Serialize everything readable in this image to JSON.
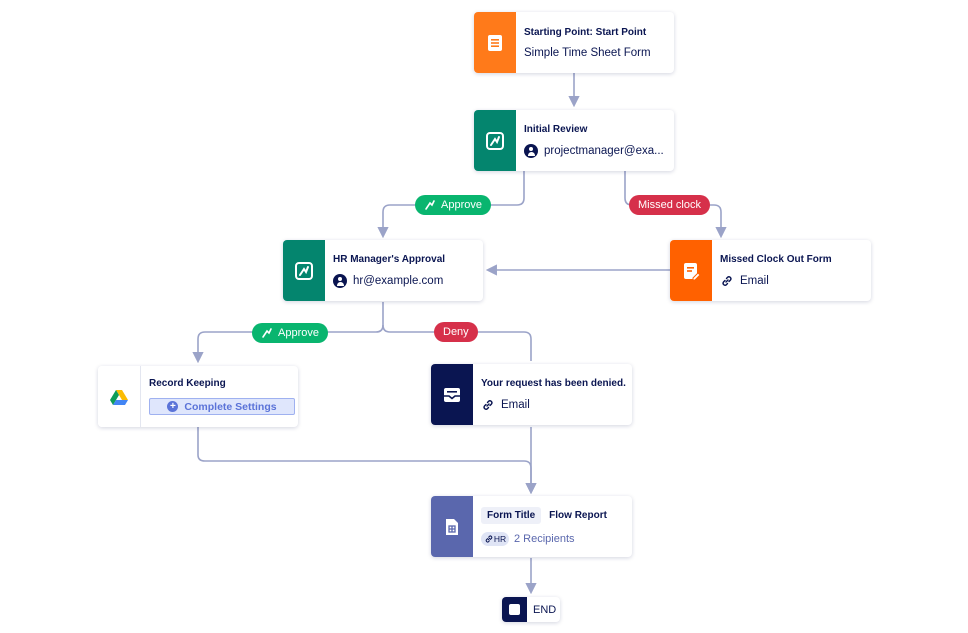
{
  "nodes": {
    "start": {
      "title": "Starting Point: Start Point",
      "subtitle": "Simple Time Sheet Form",
      "color": "#ff7a1a",
      "icon": "form-icon"
    },
    "initial_review": {
      "title": "Initial Review",
      "assignee": "projectmanager@exa...",
      "color": "#04856e",
      "icon": "approval-icon"
    },
    "hr_approval": {
      "title": "HR Manager's Approval",
      "assignee": "hr@example.com",
      "color": "#04856e",
      "icon": "approval-icon"
    },
    "missed_form": {
      "title": "Missed Clock Out Form",
      "channel": "Email",
      "color": "#ff6100",
      "icon": "form-edit-icon"
    },
    "record_keeping": {
      "title": "Record Keeping",
      "button": "Complete Settings",
      "icon": "google-drive-icon"
    },
    "denied": {
      "title": "Your request has been denied.",
      "channel": "Email",
      "color": "#0a1551",
      "icon": "email-icon"
    },
    "report": {
      "chip": "Form Title",
      "title": "Flow Report",
      "avatar": "HR",
      "recipients": "2 Recipients",
      "color": "#5a67ad",
      "icon": "report-icon"
    },
    "end": {
      "label": "END",
      "color": "#0a1551"
    }
  },
  "labels": {
    "approve_1": {
      "text": "Approve",
      "color": "#09b56f"
    },
    "missed_clock": {
      "text": "Missed clock",
      "color": "#d6304a"
    },
    "approve_2": {
      "text": "Approve",
      "color": "#09b56f"
    },
    "deny": {
      "text": "Deny",
      "color": "#d6304a"
    }
  },
  "connector_color": "#9ba3c8"
}
